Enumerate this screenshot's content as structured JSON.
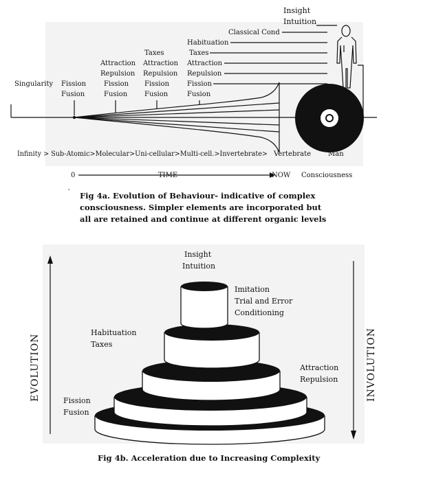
{
  "fig4a": {
    "top_labels": {
      "insight": "Insight",
      "intuition": "Intuition",
      "classical_cond": "Classical Cond",
      "habituation": "Habituation",
      "taxes_right": "Taxes",
      "attraction_right": "Attraction",
      "repulsion_right": "Repulsion",
      "fission_right": "Fission",
      "fusion_right": "Fusion"
    },
    "col_taxes": {
      "taxes": "Taxes",
      "attraction": "Attraction",
      "repulsion": "Repulsion",
      "fission": "Fission",
      "fusion": "Fusion"
    },
    "col_attraction": {
      "attraction": "Attraction",
      "repulsion": "Repulsion",
      "fission": "Fission",
      "fusion": "Fusion"
    },
    "col_fission": {
      "fission": "Fission",
      "fusion": "Fusion"
    },
    "singularity": "Singularity",
    "scale_line": "Infinity > Sub-Atomic>Molecular>Uni-cellular>Multi-cell.>Invertebrate>",
    "vertebrate": "Vertebrate",
    "man": "Man",
    "eye_letter": "O",
    "time_zero": "0",
    "time_label": "TIME",
    "time_now": "NOW",
    "consciousness": "Consciousness",
    "caption_mark": "`",
    "caption_line1": "Fig 4a. Evolution of Behaviour- indicative of complex",
    "caption_line2": "consciousness. Simpler elements are incorporated but",
    "caption_line3": "all are retained and continue at different organic levels"
  },
  "fig4b": {
    "insight": "Insight",
    "intuition": "Intuition",
    "imitation": "Imitation",
    "trial_error": "Trial and Error",
    "conditioning": "Conditioning",
    "habituation": "Habituation",
    "taxes": "Taxes",
    "attraction": "Attraction",
    "repulsion": "Repulsion",
    "fission": "Fission",
    "fusion": "Fusion",
    "evolution": "EVOLUTION",
    "involution": "INVOLUTION",
    "caption": "Fig 4b. Acceleration due to Increasing Complexity"
  }
}
